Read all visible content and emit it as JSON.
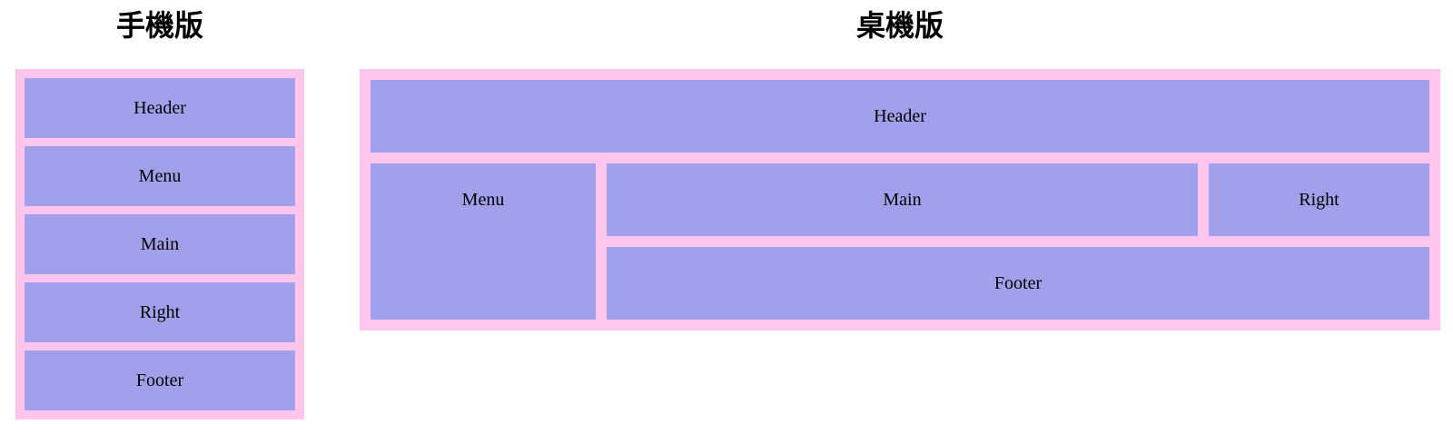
{
  "colors": {
    "page_bg": "#ffffff",
    "container_bg": "#ffc5ec",
    "block_bg": "#a2a0ea",
    "text": "#000000"
  },
  "mobile": {
    "title": "手機版",
    "blocks": {
      "header": "Header",
      "menu": "Menu",
      "main": "Main",
      "right": "Right",
      "footer": "Footer"
    }
  },
  "desktop": {
    "title": "桌機版",
    "blocks": {
      "header": "Header",
      "menu": "Menu",
      "main": "Main",
      "right": "Right",
      "footer": "Footer"
    }
  }
}
